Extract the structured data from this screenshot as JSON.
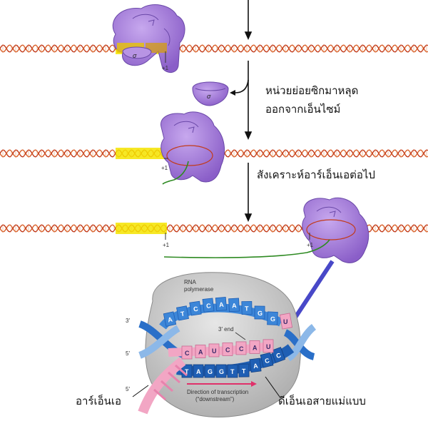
{
  "labels": {
    "sigma": "σ",
    "plus_one": "+1",
    "sigma_release_line1": "หน่วยย่อยซิกมาหลุด",
    "sigma_release_line2": "ออกจากเอ็นไซม์",
    "continue_synthesis": "สังเคราะห์อาร์เอ็นเอต่อไป",
    "rna": "อาร์เอ็นเอ",
    "dna_template": "ดีเอ็นเอสายแม่แบบ",
    "rna_polymerase_line1": "RNA",
    "rna_polymerase_line2": "polymerase",
    "three_prime_end": "3′ end",
    "three_prime": "3′",
    "five_prime": "5′",
    "direction_line1": "Direction of transcription",
    "direction_line2": "(“downstream”)"
  },
  "bases": {
    "top_strand": [
      "A",
      "T",
      "C",
      "C",
      "A",
      "A",
      "T",
      "G",
      "G"
    ],
    "rna_strand": [
      "C",
      "A",
      "U",
      "C",
      "C",
      "A",
      "U"
    ],
    "template_strand": [
      "T",
      "A",
      "G",
      "G",
      "T",
      "T",
      "A",
      "C",
      "C"
    ],
    "rna_tail": [
      "U"
    ]
  },
  "colors": {
    "polymerase": "#a07ad6",
    "polymerase_dark": "#6a48a8",
    "dna_orange": "#d9602a",
    "dna_red": "#c23a1a",
    "promoter_yellow": "#f4e400",
    "rna_green": "#2e8a22",
    "helix_blue": "#2a6fc8",
    "helix_light_blue": "#8cb8e8",
    "rna_pink": "#f2a6c4",
    "bubble_gray": "#cfcfcf",
    "callout_blue": "#4848c8"
  }
}
